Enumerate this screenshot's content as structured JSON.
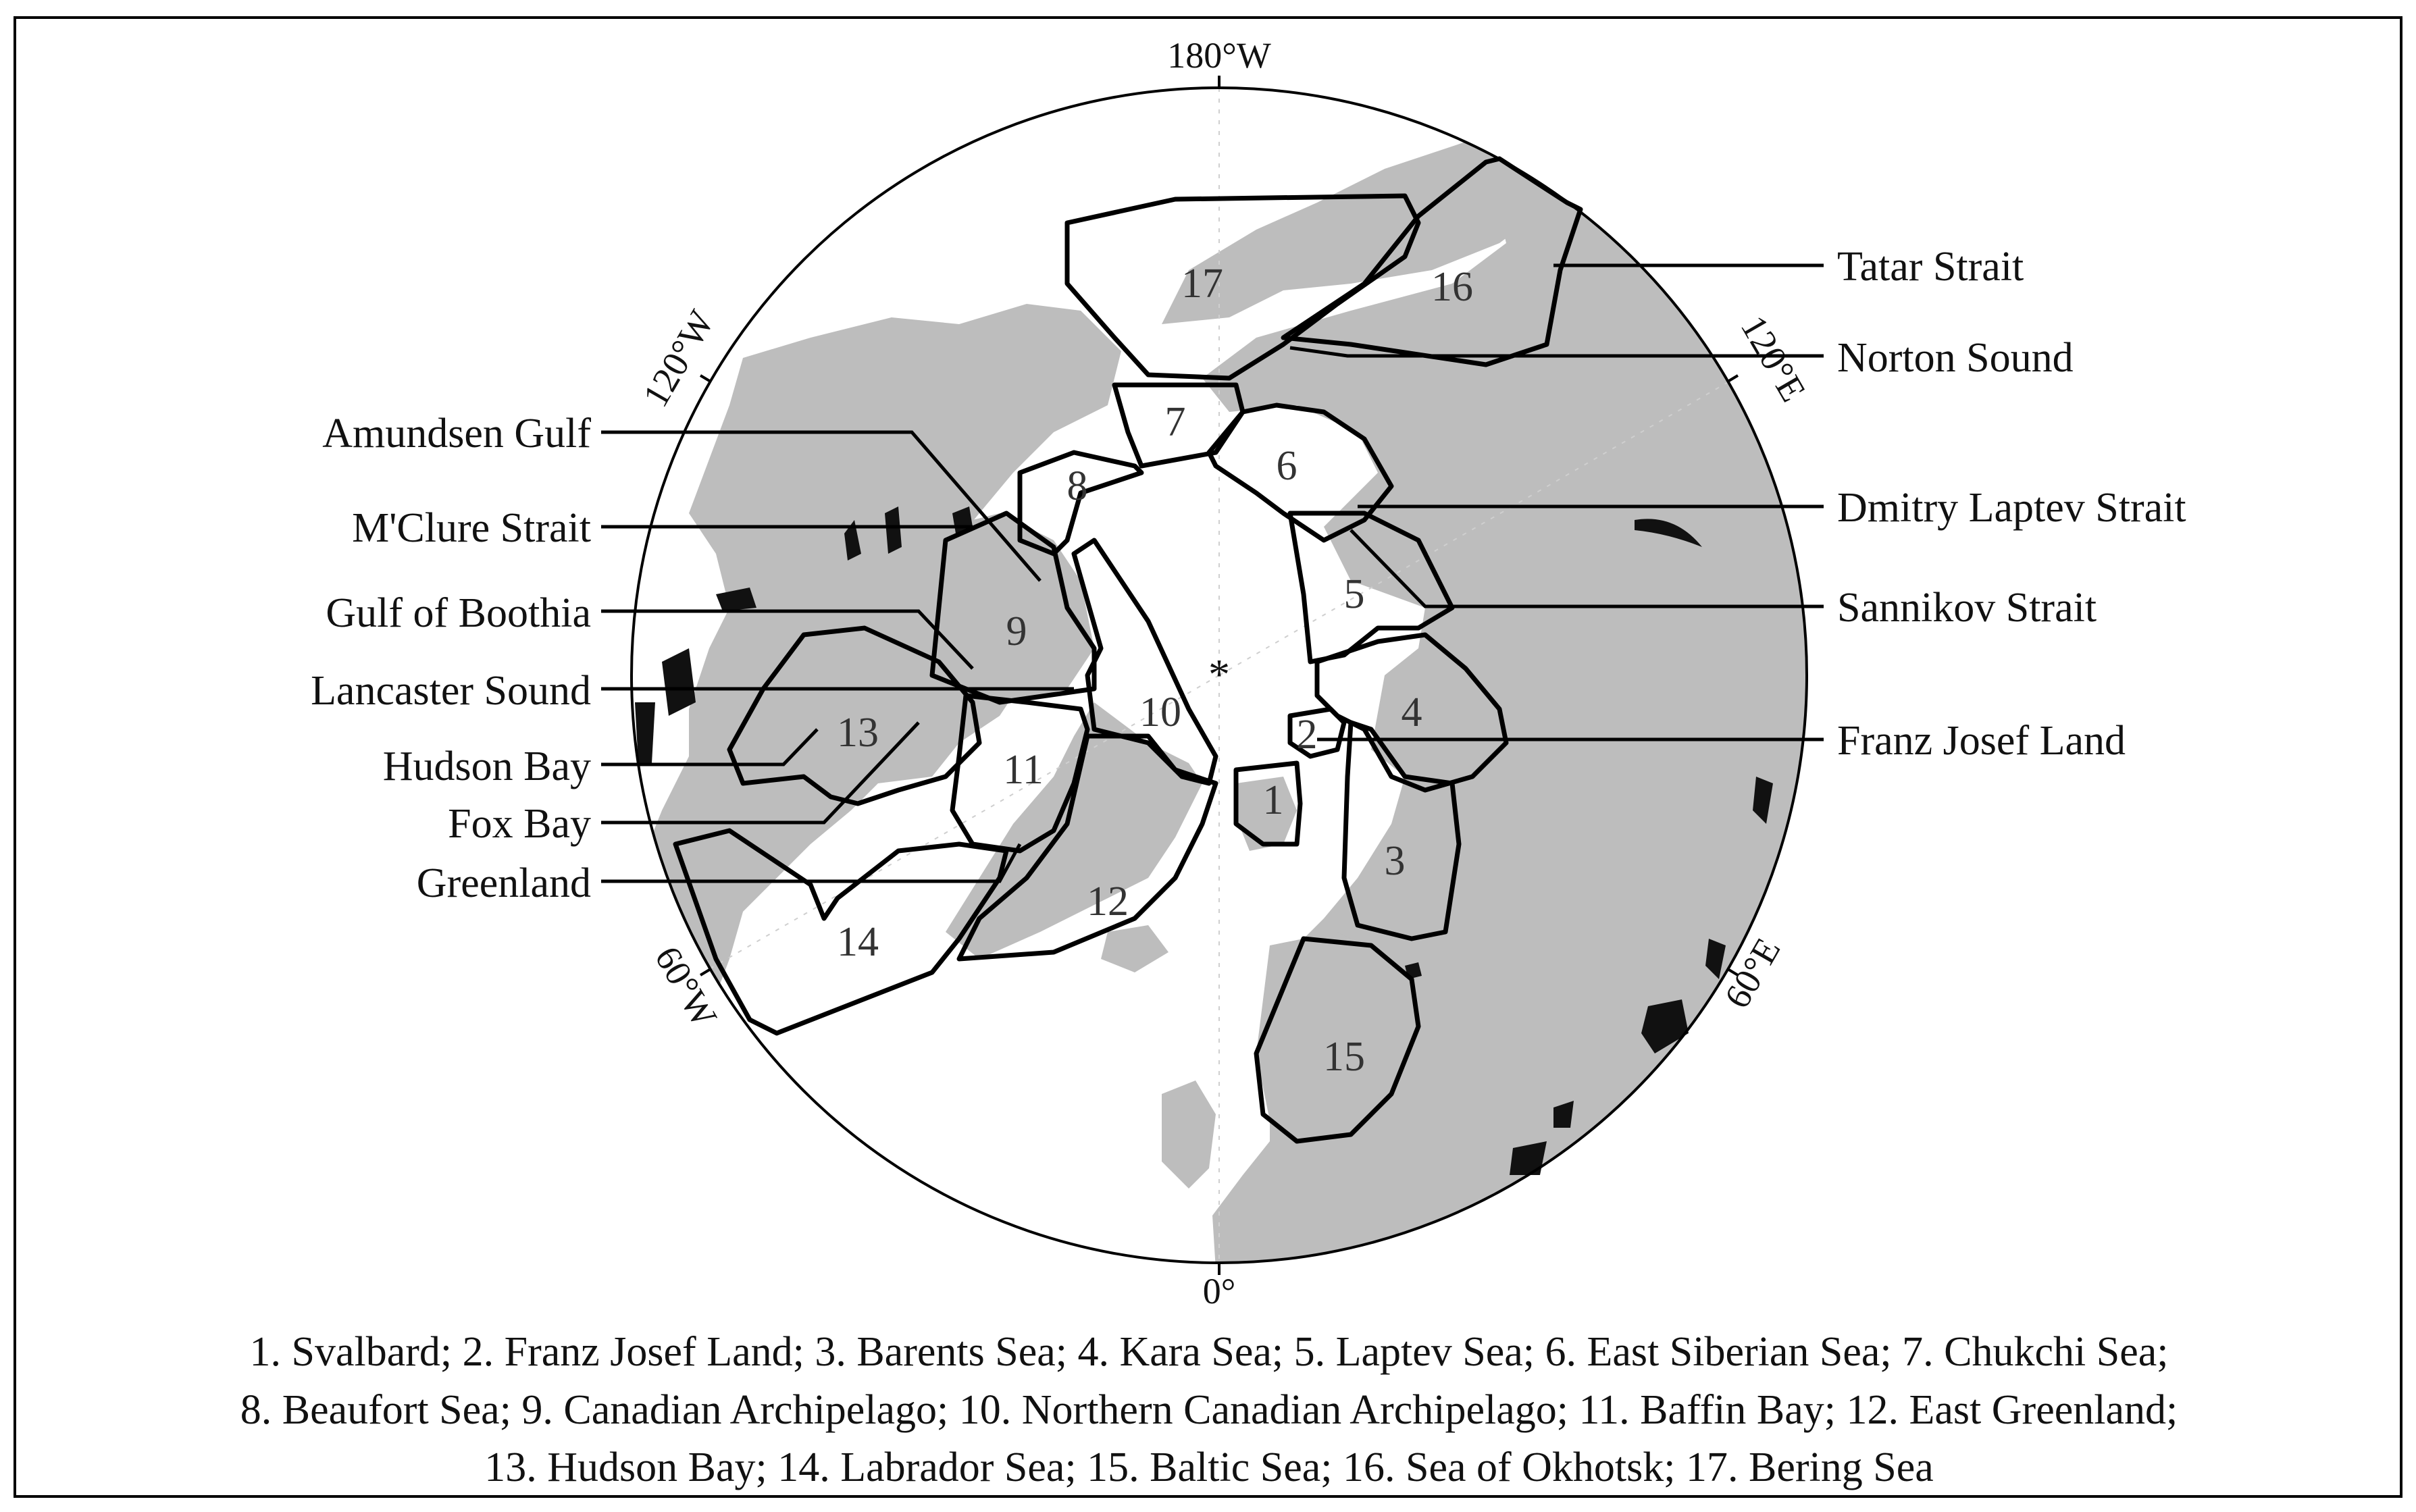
{
  "figure": {
    "longitudes": {
      "top": "180°W",
      "upper_left": "120°W",
      "upper_right": "120°E",
      "lower_left": "60°W",
      "lower_right": "60°E",
      "bottom": "0°"
    },
    "pole_marker": "*",
    "left_labels": [
      "Amundsen Gulf",
      "M'Clure Strait",
      "Gulf of Boothia",
      "Lancaster Sound",
      "Hudson Bay",
      "Fox Bay",
      "Greenland"
    ],
    "right_labels": [
      "Tatar Strait",
      "Norton Sound",
      "Dmitry Laptev Strait",
      "Sannikov Strait",
      "Franz Josef Land"
    ],
    "regions": [
      {
        "num": "1",
        "name": "Svalbard"
      },
      {
        "num": "2",
        "name": "Franz Josef Land"
      },
      {
        "num": "3",
        "name": "Barents Sea"
      },
      {
        "num": "4",
        "name": "Kara Sea"
      },
      {
        "num": "5",
        "name": "Laptev Sea"
      },
      {
        "num": "6",
        "name": "East Siberian Sea"
      },
      {
        "num": "7",
        "name": "Chukchi Sea"
      },
      {
        "num": "8",
        "name": "Beaufort Sea"
      },
      {
        "num": "9",
        "name": "Canadian Archipelago"
      },
      {
        "num": "10",
        "name": "Northern Canadian Archipelago"
      },
      {
        "num": "11",
        "name": "Baffin Bay"
      },
      {
        "num": "12",
        "name": "East Greenland"
      },
      {
        "num": "13",
        "name": "Hudson Bay"
      },
      {
        "num": "14",
        "name": "Labrador Sea"
      },
      {
        "num": "15",
        "name": "Baltic Sea"
      },
      {
        "num": "16",
        "name": "Sea of Okhotsk"
      },
      {
        "num": "17",
        "name": "Bering Sea"
      }
    ],
    "caption_lines": [
      "1. Svalbard; 2. Franz Josef Land; 3. Barents Sea; 4. Kara Sea; 5. Laptev Sea; 6. East Siberian Sea; 7. Chukchi Sea;",
      "8. Beaufort Sea; 9. Canadian Archipelago; 10. Northern Canadian Archipelago; 11. Baffin Bay; 12. East Greenland;",
      "13. Hudson Bay; 14. Labrador Sea; 15. Baltic Sea; 16. Sea of Okhotsk; 17. Bering Sea"
    ]
  },
  "colors": {
    "land": "#bdbdbd",
    "ocean": "#ffffff",
    "outline": "#000000",
    "islands": "#111111"
  }
}
